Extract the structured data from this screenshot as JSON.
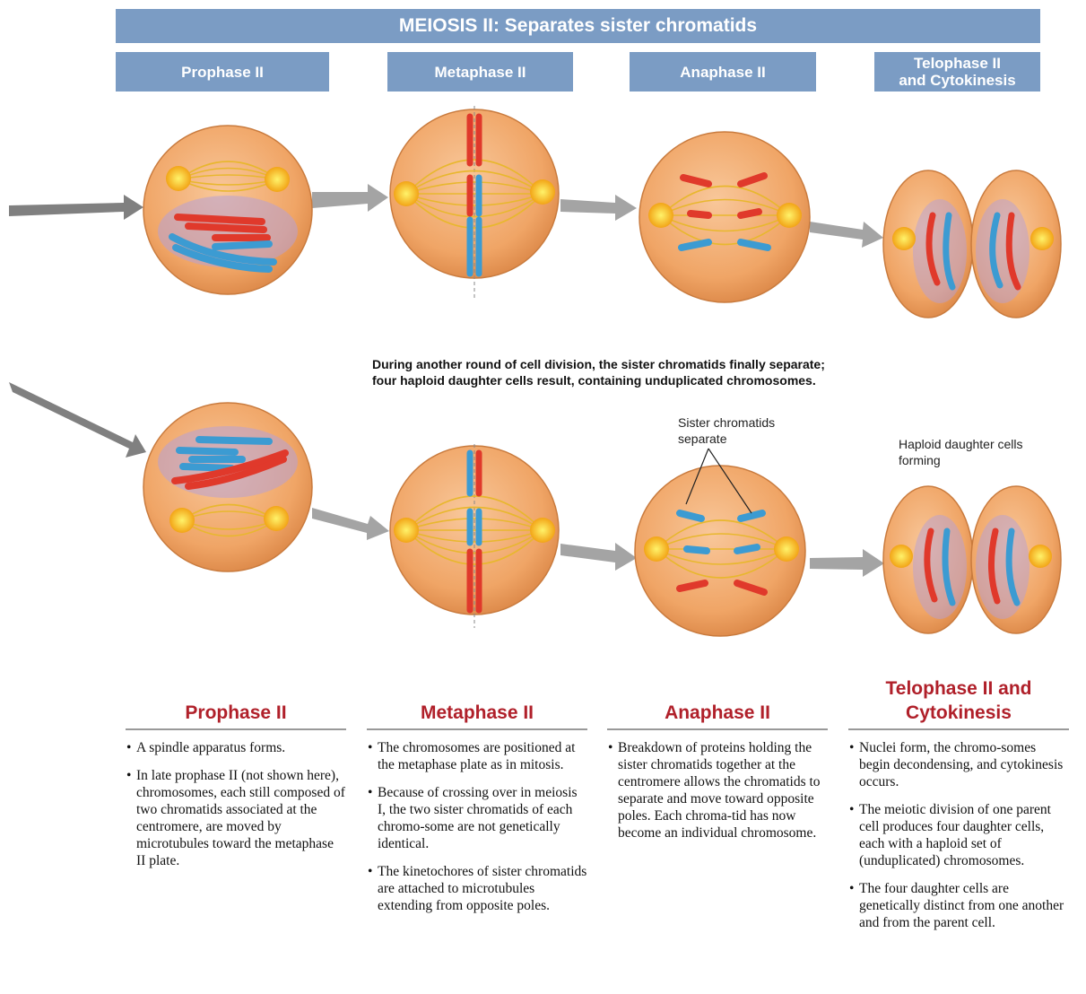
{
  "banner": {
    "title": "MEIOSIS II: Separates sister chromatids"
  },
  "phases": [
    {
      "label": "Prophase II"
    },
    {
      "label": "Metaphase II"
    },
    {
      "label": "Anaphase II"
    },
    {
      "label": "Telophase II\nand Cytokinesis"
    }
  ],
  "caption": {
    "line1": "During another round of cell division, the sister chromatids finally separate;",
    "line2": "four haploid daughter cells result, containing unduplicated chromosomes."
  },
  "labels": {
    "sister_chromatids": "Sister chromatids\nseparate",
    "haploid_cells": "Haploid daughter cells\nforming"
  },
  "colors": {
    "banner": "#7b9cc4",
    "heading_red": "#b0202a",
    "cell_fill": "#f1a86c",
    "chromosome_red": "#e0392b",
    "chromosome_blue": "#3c9bd2",
    "spindle": "#f3c23a",
    "arrow": "#808080"
  },
  "descriptions": [
    {
      "title": "Prophase II",
      "bullets": [
        "A spindle apparatus forms.",
        "In late prophase II (not shown here), chromosomes, each still composed of two chromatids associated at the centromere, are moved by microtubules toward the metaphase II plate."
      ]
    },
    {
      "title": "Metaphase II",
      "bullets": [
        "The chromosomes are positioned at the metaphase plate as in mitosis.",
        "Because of crossing over in meiosis I, the two sister chromatids of each chromo-some are not genetically identical.",
        "The kinetochores of sister chromatids are attached to microtubules extending from opposite poles."
      ]
    },
    {
      "title": "Anaphase II",
      "bullets": [
        "Breakdown of proteins holding the sister chromatids together at the centromere allows the chromatids to separate and move toward opposite poles. Each chroma-tid has now become an individual chromosome."
      ]
    },
    {
      "title": "Telophase II and\nCytokinesis",
      "bullets": [
        "Nuclei form, the chromo-somes begin decondensing, and cytokinesis occurs.",
        "The meiotic division of one parent cell produces four daughter cells, each with a haploid set of (unduplicated) chromosomes.",
        "The four daughter cells are genetically distinct from one another and from the parent cell."
      ]
    }
  ]
}
